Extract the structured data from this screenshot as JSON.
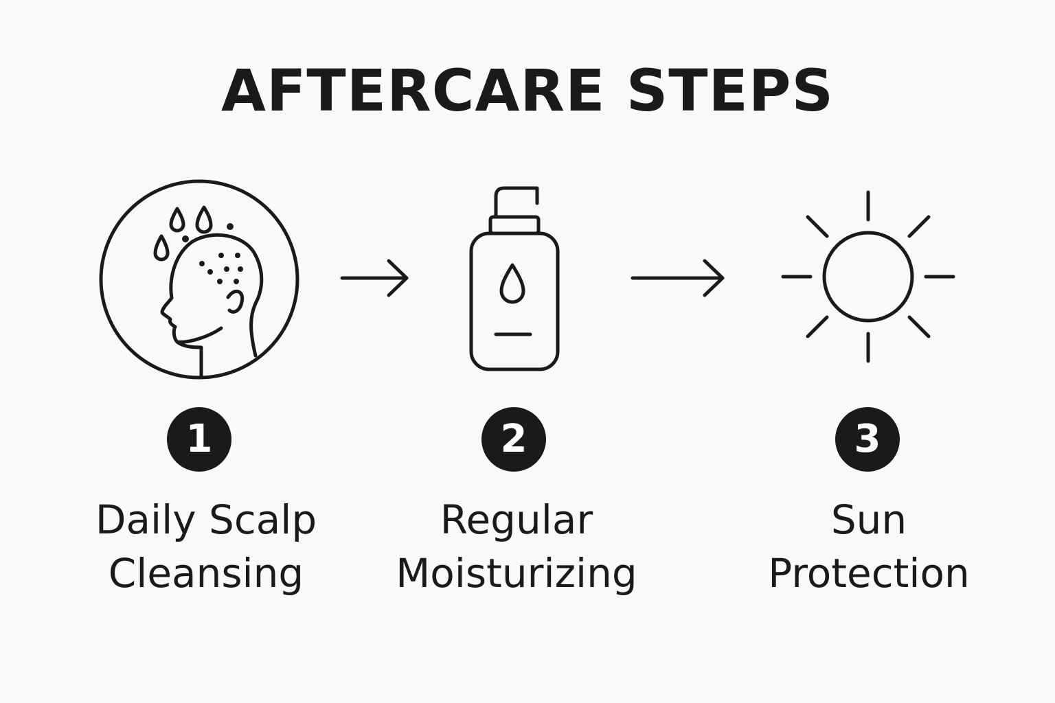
{
  "title": "AFTERCARE STEPS",
  "steps": [
    {
      "number": "1",
      "label_line1": "Daily Scalp",
      "label_line2": "Cleansing",
      "icon": "head-water-drops-icon"
    },
    {
      "number": "2",
      "label_line1": "Regular",
      "label_line2": "Moisturizing",
      "icon": "pump-bottle-icon"
    },
    {
      "number": "3",
      "label_line1": "Sun",
      "label_line2": "Protection",
      "icon": "sun-icon"
    }
  ],
  "connectors": [
    "arrow-right-icon",
    "arrow-right-icon"
  ],
  "colors": {
    "background": "#faf9f7",
    "ink": "#1a1a1a",
    "badge_text": "#ffffff"
  }
}
